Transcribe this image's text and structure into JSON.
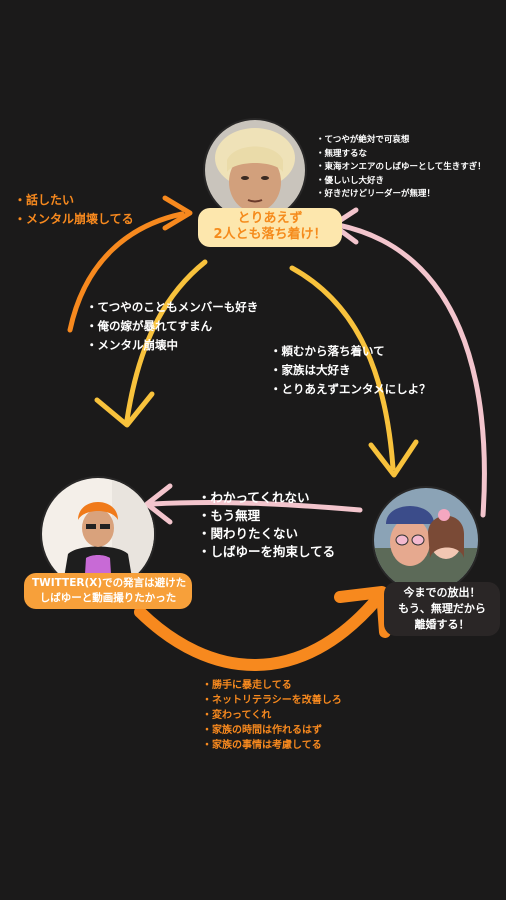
{
  "colors": {
    "background": "#1b1a1a",
    "orange": "#f7891e",
    "yellow": "#f8c23c",
    "pink": "#f3c5cd",
    "pill_yellow": "#fde7ad",
    "pill_orange": "#f7a03a",
    "pill_dark": "#2a2626"
  },
  "top_person": {
    "label_lines": [
      "とりあえず",
      "2人とも落ち着け！"
    ],
    "bullets": [
      "てつやが絶対で可哀想",
      "無理するな",
      "東海オンエアのしばゆーとして生きすぎ！",
      "優しいし大好き",
      "好きだけどリーダーが無理！"
    ]
  },
  "left_person": {
    "label_lines": [
      "TWITTER(X)での発言は避けた",
      "しばゆーと動画撮りたかった"
    ]
  },
  "right_couple": {
    "label_lines": [
      "今までの放出！",
      "もう、無理だから",
      "離婚する！"
    ]
  },
  "upper_left_bullets": [
    "話したい",
    "メンタル崩壊してる"
  ],
  "center_left_bullets": [
    "てつやのこともメンバーも好き",
    "俺の嫁が暴れてすまん",
    "メンタル崩壊中"
  ],
  "center_right_bullets": [
    "頼むから落ち着いて",
    "家族は大好き",
    "とりあえずエンタメにしよ？"
  ],
  "middle_bullets": [
    "わかってくれない",
    "もう無理",
    "関わりたくない",
    "しばゆーを拘束してる"
  ],
  "bottom_bullets": [
    "勝手に暴走してる",
    "ネットリテラシーを改善しろ",
    "変わってくれ",
    "家族の時間は作れるはず",
    "家族の事情は考慮してる"
  ]
}
